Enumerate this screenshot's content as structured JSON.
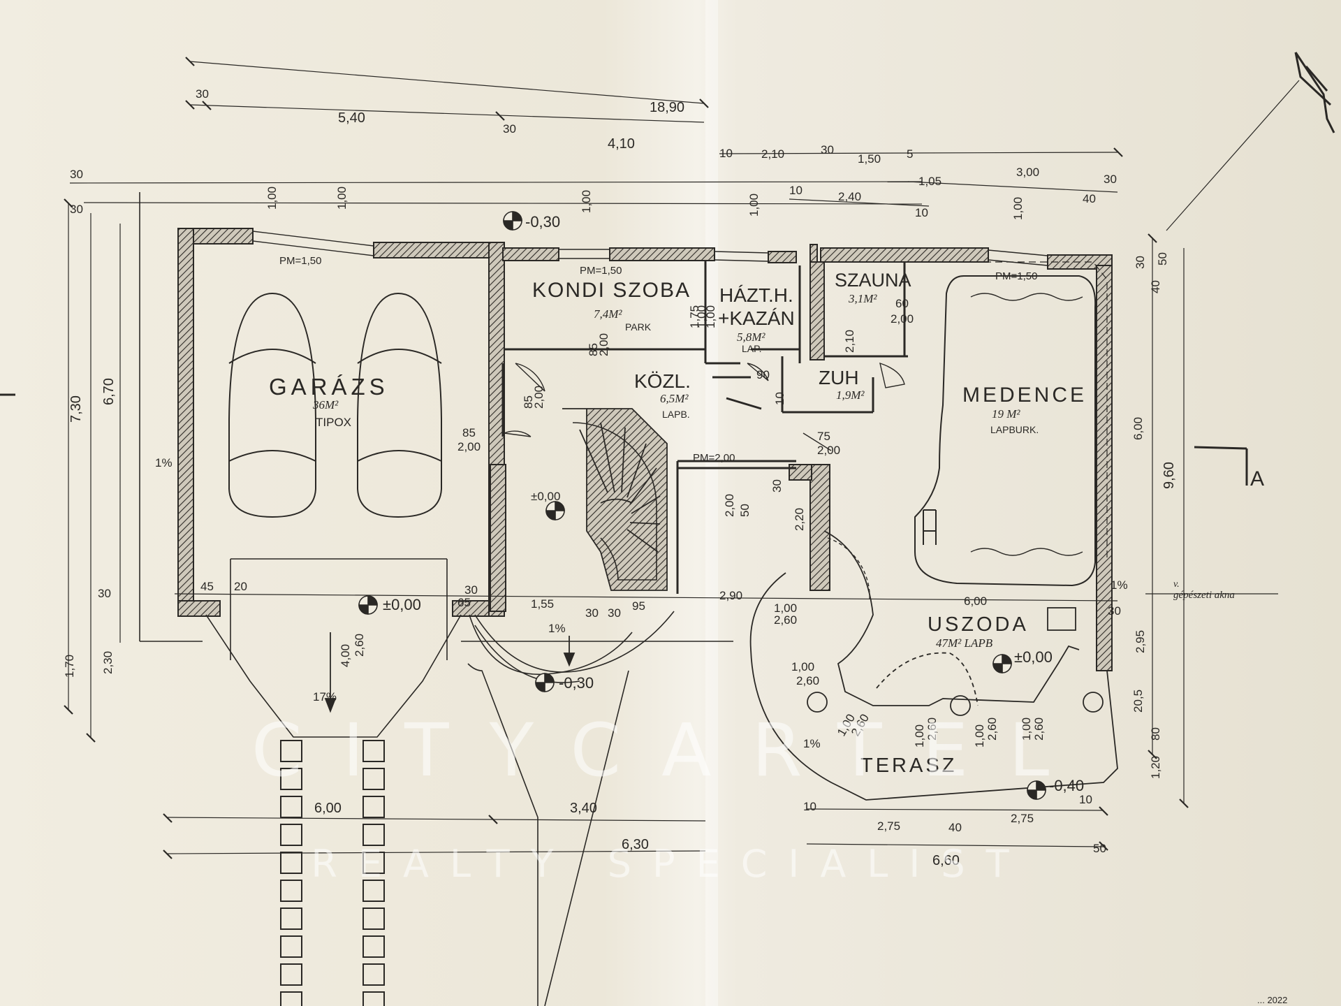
{
  "rooms": {
    "garage": {
      "name": "GARÁZS",
      "area": "36M²",
      "floor": "TIPOX"
    },
    "gym": {
      "name": "KONDI SZOBA",
      "area": "7,4M²",
      "floor": "PARK"
    },
    "utility": {
      "name": "HÁZT.H.",
      "sub": "+KAZÁN",
      "area": "5,8M²",
      "floor": "LAP."
    },
    "corridor": {
      "name": "KÖZL.",
      "area": "6,5M²",
      "floor": "LAPB."
    },
    "sauna": {
      "name": "SZAUNA",
      "area": "3,1M²"
    },
    "shower": {
      "name": "ZUH",
      "area": "1,9M²"
    },
    "pool": {
      "name": "MEDENCE",
      "area": "19 M²",
      "floor": "LAPBURK."
    },
    "natatorium": {
      "name": "USZODA",
      "area": "47M² LAPB"
    },
    "terrace": {
      "name": "TERASZ"
    }
  },
  "levels": {
    "gym_top": "-0,30",
    "stair": "±0,00",
    "garage": "±0,00",
    "entry": "-0,30",
    "uszoda": "±0,00",
    "terrace": "-0,40"
  },
  "parapets": {
    "pm1": "PM=1,50",
    "pm2": "PM=1,50",
    "pm3": "PM=1,50",
    "pm4": "PM=2,00"
  },
  "dimensions": {
    "top": {
      "overall": "18,90",
      "a": "30",
      "b": "5,40",
      "c": "30",
      "d": "4,10",
      "e": "10",
      "f": "2,10",
      "g": "30",
      "h": "1,50",
      "i": "5",
      "j": "1,05",
      "k": "3,00",
      "l": "30",
      "m": "40",
      "n": "10",
      "o": "2,40",
      "p": "10"
    },
    "left": {
      "a": "30",
      "b": "30",
      "c": "7,30",
      "d": "6,70",
      "e": "30",
      "f": "1,70",
      "g": "2,30"
    },
    "right": {
      "a": "50",
      "b": "30",
      "c": "40",
      "d": "6,00",
      "e": "9,60",
      "f": "2,95",
      "g": "20,5",
      "h": "80",
      "i": "1,20"
    },
    "bottom": {
      "a": "6,00",
      "b": "3,40",
      "c": "6,30",
      "d": "10",
      "e": "2,75",
      "f": "40",
      "g": "2,75",
      "h": "10",
      "i": "6,60",
      "j": "50"
    },
    "windows": {
      "w1": "1,00",
      "w2": "1,00",
      "w3": "1,00",
      "w4": "1,00",
      "w5": "1,00",
      "w6": "1,00"
    },
    "misc": {
      "a": "1,75",
      "b": "1,00",
      "c": "85",
      "d": "2,00",
      "e": "85",
      "f": "2,00",
      "g": "85",
      "h": "2,00",
      "i": "60",
      "j": "2,00",
      "k": "75",
      "l": "2,00",
      "m": "2,00",
      "n": "50",
      "o": "2,20",
      "p": "30",
      "q": "1,55",
      "r": "30",
      "s": "30",
      "t": "95",
      "u": "2,90",
      "v": "6,00",
      "w": "1,00",
      "x": "2,60",
      "y": "45",
      "z": "20",
      "aa": "30",
      "ab": "65",
      "ac": "4,00",
      "ad": "2,60",
      "ae": "1%",
      "af": "1%",
      "ag": "17%",
      "ah": "1%",
      "ai": "1%",
      "aj": "30",
      "ak": "10",
      "al": "90",
      "am": "2,10",
      "an": "1,00",
      "ao": "2,60",
      "ap": "1,00",
      "aq": "2,60",
      "ar": "1,00",
      "as": "2,60",
      "at": "1,00",
      "au": "2,60",
      "av": "1,00",
      "aw": "2,60"
    }
  },
  "notes": {
    "shaft": "gépészeti akna",
    "shaft_prefix": "v.",
    "section": "A"
  },
  "watermark": {
    "line1": "CITYCARTEL",
    "line2": "REALTY SPECIALIST"
  },
  "corner_text": "... 2022"
}
